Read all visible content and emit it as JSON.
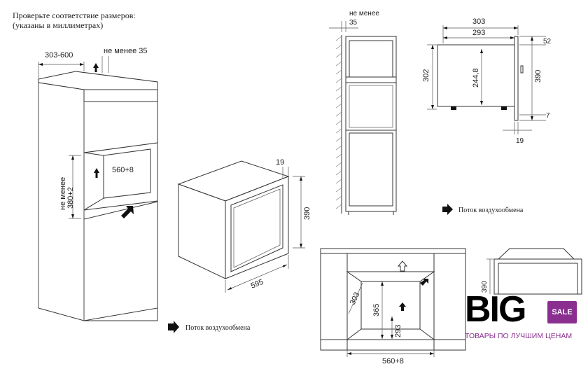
{
  "header": {
    "line1": "Проверьте соответствие размеров:",
    "line2": "(указаны в миллиметрах)"
  },
  "cabinet_left": {
    "depth_range": "303-600",
    "gap_min": "не менее 35",
    "opening_width": "560+8",
    "opening_height_label": "не менее",
    "opening_height": "380+2"
  },
  "oven": {
    "width": "595",
    "height": "390",
    "frame": "19"
  },
  "side_view": {
    "gap_label": "не менее",
    "gap": "35"
  },
  "profile": {
    "depth_total": "303",
    "depth_inner": "293",
    "h_front": "302",
    "h_inner": "244,8",
    "h_total": "390",
    "top_offset": "52",
    "bottom_offset": "7",
    "frame": "19"
  },
  "bottom_view": {
    "depth": "303",
    "h_inner": "365",
    "h_lower": "293",
    "width": "560+8"
  },
  "partial_view": {
    "cut_label": "390"
  },
  "legend": {
    "airflow_left": "Поток воздухообмена",
    "airflow_right": "Поток воздухообмена"
  },
  "brand": {
    "name": "BIG",
    "badge": "SALE",
    "slogan": "ТОВАРЫ ПО ЛУЧШИМ ЦЕНАМ",
    "badge_color": "#8a2f8f"
  }
}
